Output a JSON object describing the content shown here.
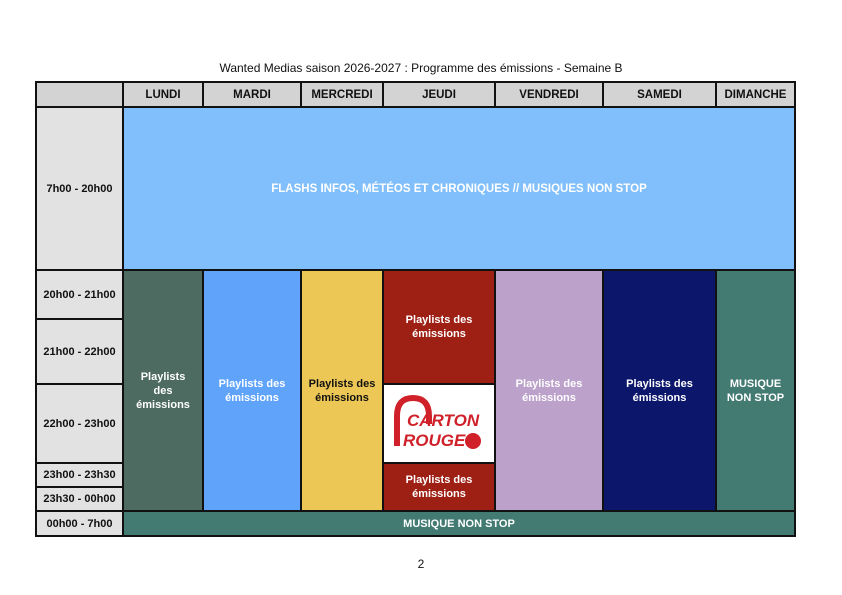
{
  "title": "Wanted Medias saison 2026-2027 : Programme des émissions - Semaine B",
  "page_number": "2",
  "days": [
    "LUNDI",
    "MARDI",
    "MERCREDI",
    "JEUDI",
    "VENDREDI",
    "SAMEDI",
    "DIMANCHE"
  ],
  "times": [
    "7h00 - 20h00",
    "20h00 - 21h00",
    "21h00 - 22h00",
    "22h00 - 23h00",
    "23h00 - 23h30",
    "23h30 - 00h00",
    "00h00 - 7h00"
  ],
  "blocks": {
    "day_block": "FLASHS INFOS, MÉTÉOS ET CHRONIQUES // MUSIQUES NON STOP",
    "lundi": "Playlists des émissions",
    "mardi": "Playlists des émissions",
    "mercredi": "Playlists des émissions",
    "jeudi_top": "Playlists des émissions",
    "jeudi_bottom": "Playlists des émissions",
    "vendredi": "Playlists des émissions",
    "samedi": "Playlists des émissions",
    "dimanche": "MUSIQUE NON STOP",
    "night_block": "MUSIQUE NON STOP"
  },
  "logo": {
    "name": "carton-rouge-logo",
    "text_line1": "CARTON",
    "text_line2": "ROUGE"
  },
  "colors": {
    "day_block": "#80bffb",
    "lundi": "#4d6b60",
    "mardi": "#5fa3fb",
    "mercredi": "#ecc755",
    "jeudi": "#9e1f14",
    "vendredi": "#bca1cb",
    "samedi": "#0c176c",
    "dimanche": "#437b73",
    "night_block": "#437b73",
    "logo_red": "#d0202a"
  }
}
